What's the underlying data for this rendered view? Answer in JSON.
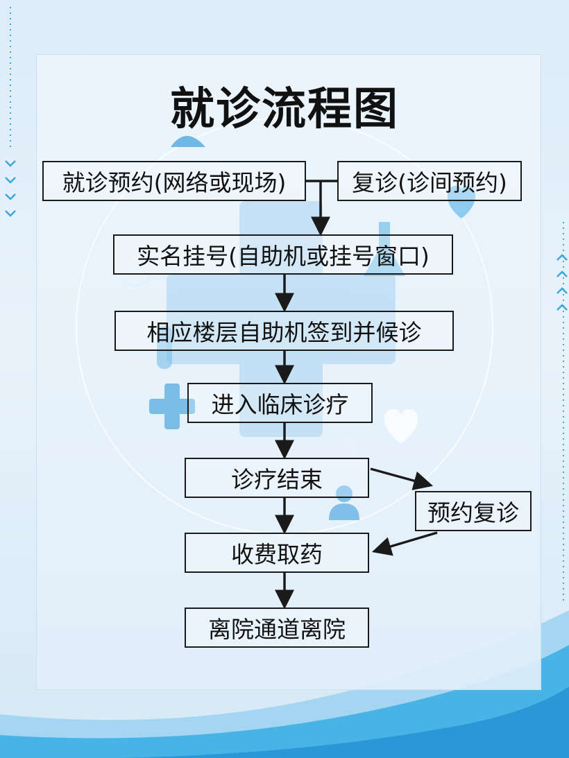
{
  "title": "就诊流程图",
  "steps": {
    "appointment": "就诊预约(网络或现场)",
    "revisit": "复诊(诊间预约)",
    "register": "实名挂号(自助机或挂号窗口)",
    "checkin": "相应楼层自助机签到并候诊",
    "treatment": "进入临床诊疗",
    "end": "诊疗结束",
    "followup": "预约复诊",
    "payment": "收费取药",
    "exit": "离院通道离院"
  },
  "icons": [
    "medical-cross-icon",
    "heart-icon",
    "doctor-icon",
    "flask-icon",
    "test-tube-icon",
    "droplet-icon",
    "dna-icon",
    "syringe-icon",
    "nurse-cap-icon",
    "chevron-down-icon",
    "chevron-up-icon"
  ],
  "colors": {
    "accent": "#3aa7de",
    "accent_dark": "#1d8fcf",
    "deco": "#9fd0ee",
    "line": "#1a1a1a"
  }
}
